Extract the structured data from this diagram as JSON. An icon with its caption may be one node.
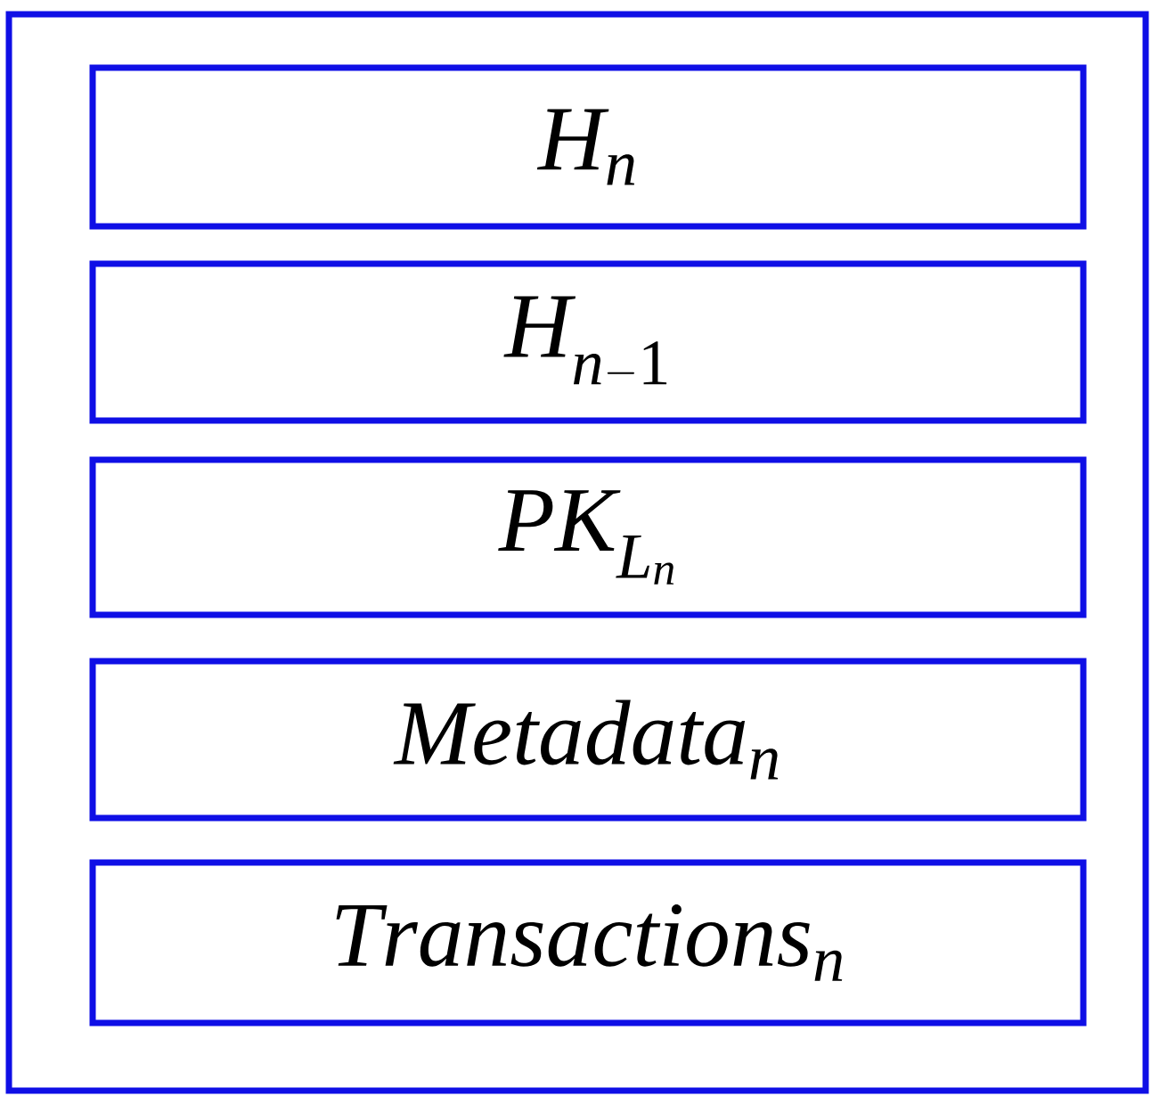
{
  "diagram": {
    "nodes": [
      {
        "text": [],
        "shape": "box"
      },
      {
        "text": [
          "H_n"
        ],
        "in": 0
      },
      {
        "text": [
          "H_{n-1}"
        ],
        "in": 0
      },
      {
        "text": [
          "PK_{L_n}"
        ],
        "in": 0
      },
      {
        "text": [
          "Metadata_n"
        ],
        "in": 0
      },
      {
        "text": [
          "Transactions_n"
        ],
        "in": 0
      }
    ]
  }
}
